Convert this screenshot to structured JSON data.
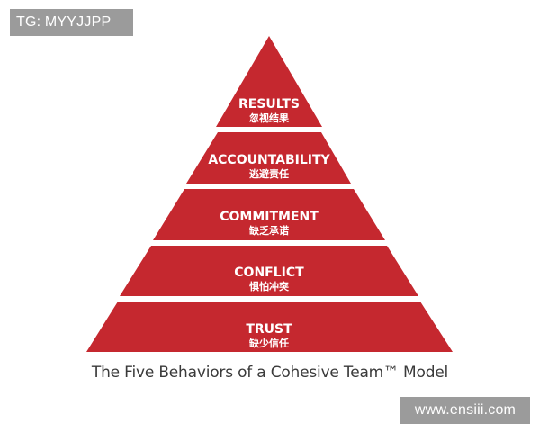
{
  "watermark_top": "TG: MYYJJPP",
  "watermark_bottom": "www.ensiii.com",
  "caption": "The Five Behaviors of a Cohesive Team™ Model",
  "pyramid": {
    "color": "#c5282f",
    "tiers": [
      {
        "title": "RESULTS",
        "subtitle": "忽视结果"
      },
      {
        "title": "ACCOUNTABILITY",
        "subtitle": "逃避责任"
      },
      {
        "title": "COMMITMENT",
        "subtitle": "缺乏承诺"
      },
      {
        "title": "CONFLICT",
        "subtitle": "惧怕冲突"
      },
      {
        "title": "TRUST",
        "subtitle": "缺少信任"
      }
    ]
  }
}
